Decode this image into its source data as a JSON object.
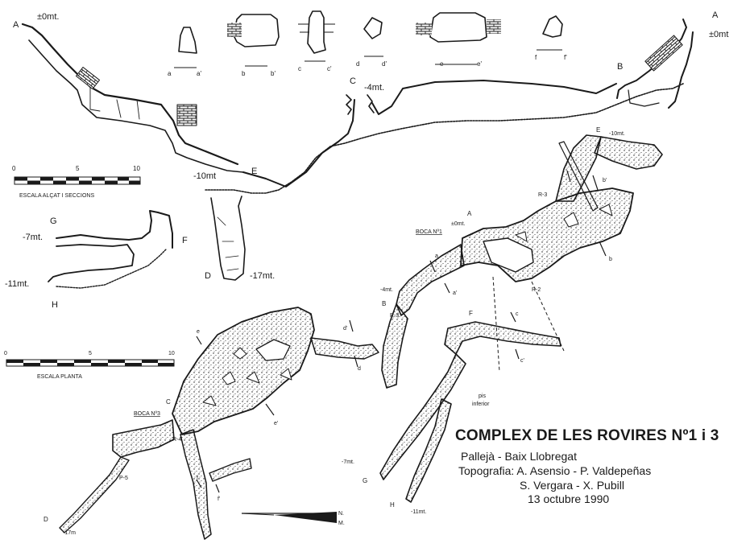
{
  "title": "COMPLEX DE LES ROVIRES Nº1 i 3",
  "locality": "Pallejà - Baix Llobregat",
  "topography": "Topografia: A. Asensio - P. Valdepeñas",
  "authors_line2": "S. Vergara - X. Pubill",
  "date": "13 octubre 1990",
  "colors": {
    "ink": "#1a1a1a",
    "paper": "#ffffff"
  },
  "profile": {
    "point_a_left": "A",
    "point_a_left_depth": "±0mt.",
    "point_a_right": "A",
    "point_a_right_depth": "±0mt",
    "point_b": "B",
    "point_c": "C",
    "point_c_depth": "-4mt.",
    "point_e": "E",
    "point_e_depth": "-10mt",
    "point_d": "D",
    "point_d_depth": "-17mt."
  },
  "profile_gf": {
    "point_g": "G",
    "point_g_depth": "-7mt.",
    "point_f": "F",
    "point_h": "H",
    "point_h_depth": "-11mt."
  },
  "sections": [
    {
      "left": "a",
      "right": "a'"
    },
    {
      "left": "b",
      "right": "b'"
    },
    {
      "left": "c",
      "right": "c'"
    },
    {
      "left": "d",
      "right": "d'"
    },
    {
      "left": "e",
      "right": "e'"
    },
    {
      "left": "f",
      "right": "f'"
    }
  ],
  "scale_elevation": {
    "ticks": [
      "0",
      "5",
      "10"
    ],
    "label": "ESCALA ALÇAT I SECCIONS"
  },
  "scale_plan": {
    "ticks": [
      "0",
      "5",
      "10"
    ],
    "label": "ESCALA PLANTA"
  },
  "plan": {
    "boca1": "BOCA Nº1",
    "boca3": "BOCA Nº3",
    "a": "A",
    "a_depth": "±0mt.",
    "b": "B",
    "b_depth": "-4mt.",
    "c": "C",
    "d": "D",
    "d_depth": "-17m",
    "e": "E",
    "e_depth": "-10mt.",
    "f": "F",
    "g": "G",
    "g_depth": "-7mt.",
    "h": "H",
    "h_depth": "-11mt.",
    "r1": "R-1",
    "r2": "R-2",
    "r3a": "R-3",
    "r3b": "R-3",
    "r4": "R-4",
    "p5": "P-5",
    "pis_inferior_1": "pis",
    "pis_inferior_2": "inferior",
    "sec_a": "a",
    "sec_a2": "a'",
    "sec_b": "b",
    "sec_b2": "b'",
    "sec_c": "c",
    "sec_c2": "c'",
    "sec_d": "d",
    "sec_d2": "d'",
    "sec_e": "e",
    "sec_e2": "e'",
    "sec_f": "f",
    "sec_f2": "f'"
  },
  "north": {
    "n": "N.",
    "m": "M."
  }
}
